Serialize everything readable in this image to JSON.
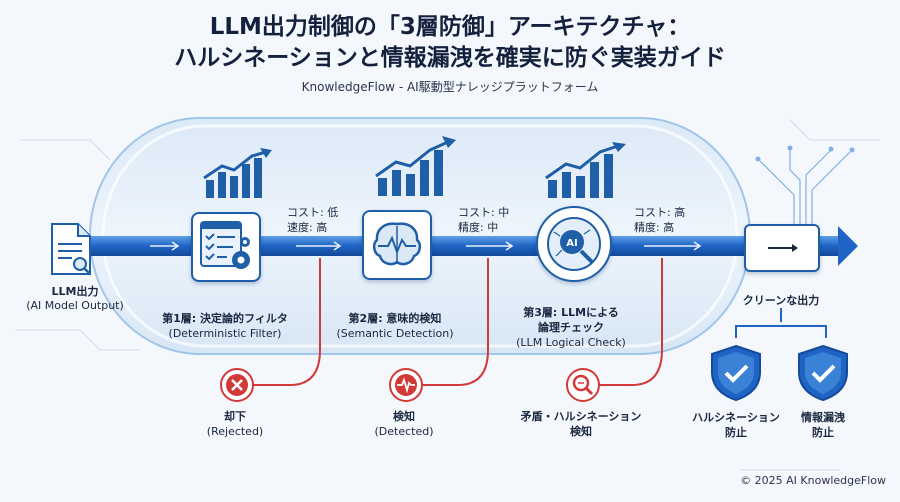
{
  "title_line1": "LLM出力制御の「3層防御」アーキテクチャ：",
  "title_line2": "ハルシネーションと情報漏洩を確実に防ぐ実装ガイド",
  "subtitle": "KnowledgeFlow - AI駆動型ナレッジプラットフォーム",
  "input": {
    "label": "LLM出力",
    "sublabel": "(AI Model Output)"
  },
  "layers": [
    {
      "name": "第1層: 決定論的フィルタ",
      "en": "(Deterministic Filter)",
      "cost": "コスト: 低",
      "metric": "速度: 高",
      "result": "却下",
      "result_en": "(Rejected)"
    },
    {
      "name": "第2層: 意味的検知",
      "en": "(Semantic Detection)",
      "cost": "コスト: 中",
      "metric": "精度: 中",
      "result": "検知",
      "result_en": "(Detected)"
    },
    {
      "name_line1": "第3層: LLMによる",
      "name_line2": "論理チェック",
      "en": "(LLM Logical Check)",
      "cost": "コスト: 高",
      "metric": "精度: 高",
      "result_line1": "矛盾・ハルシネーション",
      "result_line2": "検知"
    }
  ],
  "output": {
    "label": "クリーンな出力"
  },
  "shields": [
    {
      "line1": "ハルシネーション",
      "line2": "防止"
    },
    {
      "line1": "情報漏洩",
      "line2": "防止"
    }
  ],
  "copyright": "© 2025 AI KnowledgeFlow"
}
